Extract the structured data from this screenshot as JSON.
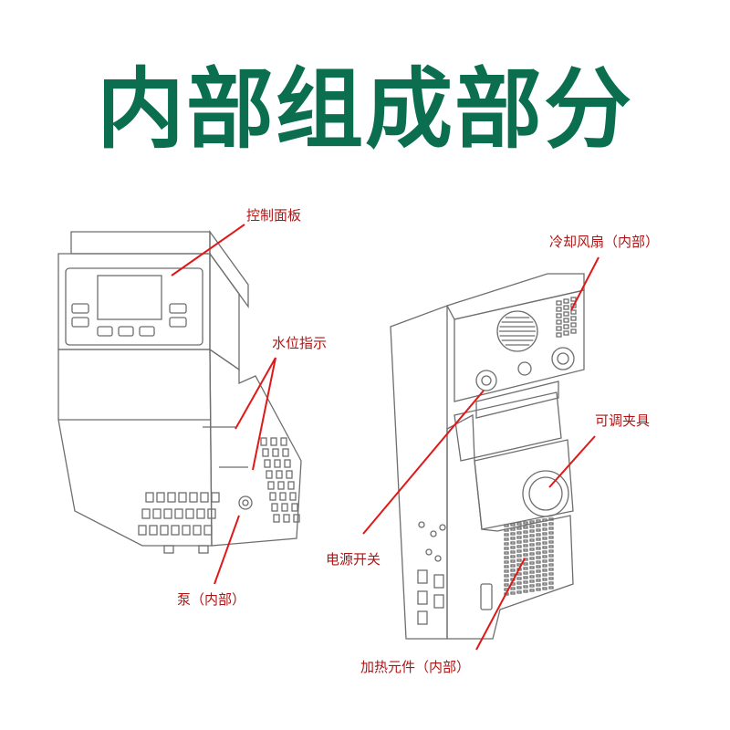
{
  "title": "内部组成部分",
  "colors": {
    "title": "#0b6e4f",
    "label_text": "#b01515",
    "leader_line": "#e01818",
    "drawing_line": "#6e6e6e"
  },
  "labels": {
    "control_panel": "控制面板",
    "water_level": "水位指示",
    "pump": "泵（内部）",
    "cooling_fan": "冷却风扇（内部）",
    "adjustable_clamp": "可调夹具",
    "power_switch": "电源开关",
    "heating_element": "加热元件（内部）"
  },
  "icons": {
    "left_view": "sous-vide-front-view",
    "right_view": "sous-vide-rear-view"
  }
}
